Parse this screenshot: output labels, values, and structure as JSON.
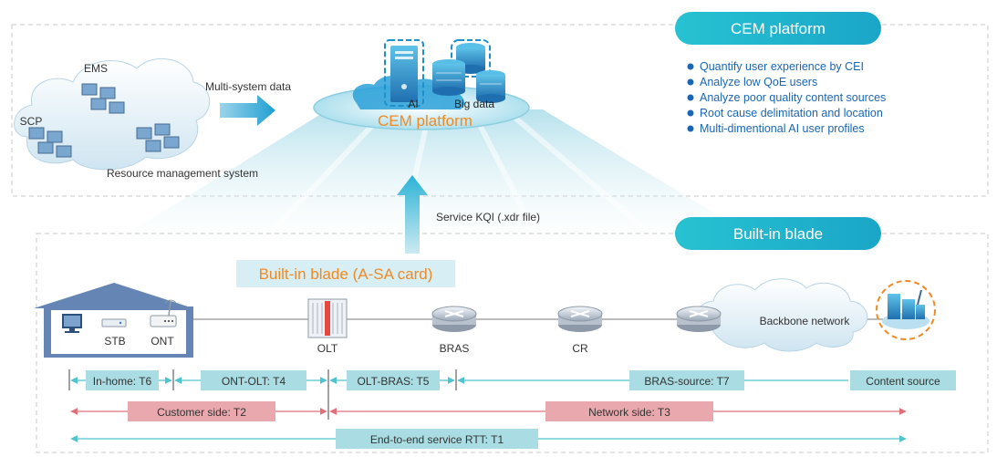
{
  "cem_section": {
    "badge": "CEM platform",
    "bullets": [
      "Quantify user experience by CEI",
      "Analyze low QoE users",
      "Analyze poor quality content sources",
      "Root cause delimitation and location",
      "Multi-dimentional AI user profiles"
    ],
    "platform_label": "CEM platform",
    "ai_label": "AI",
    "bigdata_label": "Big data",
    "ems_label": "EMS",
    "scp_label": "SCP",
    "resource_label": "Resource management system",
    "multi_system_label": "Multi-system data"
  },
  "blade_section": {
    "badge": "Built-in blade",
    "blade_card_label": "Built-in blade (A-SA card)",
    "kqi_label": "Service KQI (.xdr file)"
  },
  "devices": {
    "stb": "STB",
    "ont": "ONT",
    "olt": "OLT",
    "bras": "BRAS",
    "cr": "CR",
    "backbone": "Backbone network"
  },
  "segments": {
    "in_home": "In-home: T6",
    "ont_olt": "ONT-OLT: T4",
    "olt_bras": "OLT-BRAS: T5",
    "bras_source": "BRAS-source: T7",
    "content_source": "Content source",
    "customer_side": "Customer side: T2",
    "network_side": "Network side: T3",
    "end_to_end": "End-to-end service RTT: T1"
  },
  "colors": {
    "accent_teal": "#1bb7c9",
    "text_blue": "#1a66b5",
    "orange": "#f08a24",
    "pink": "#e9a8ae",
    "segment_fill": "#a9dde3",
    "house_blue": "#6585b5"
  }
}
